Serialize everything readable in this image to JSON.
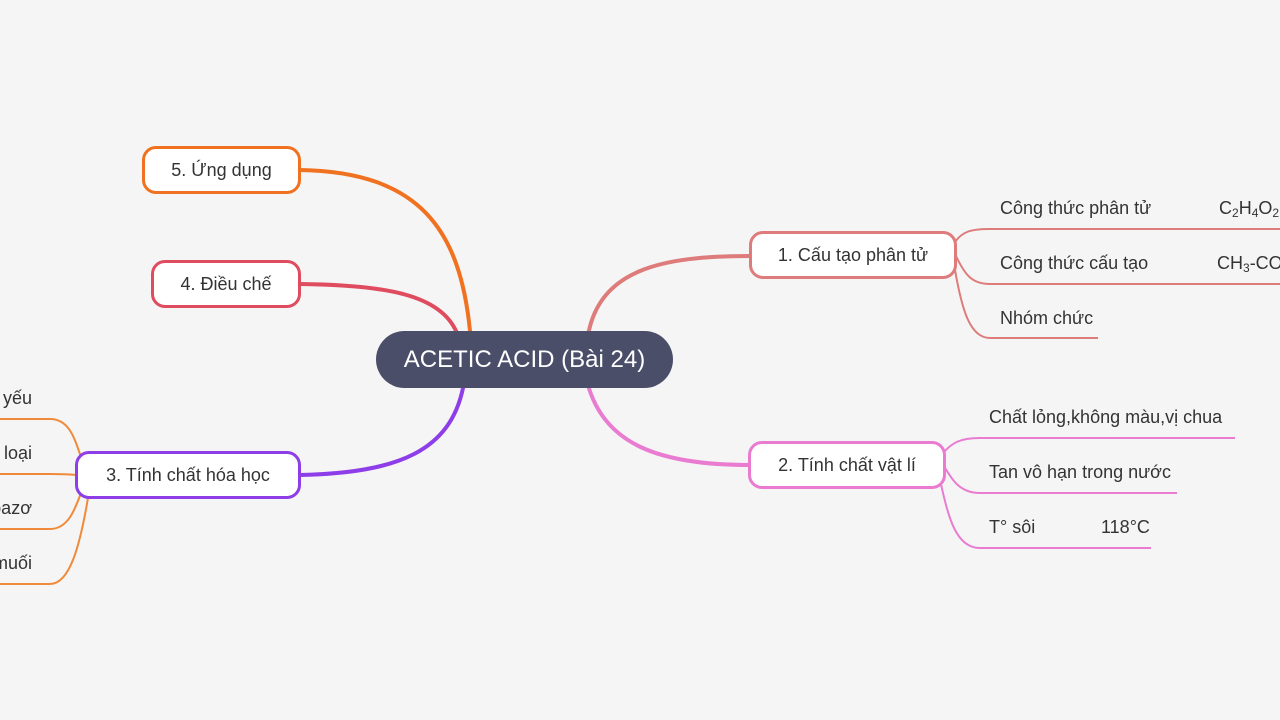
{
  "root": {
    "label": "ACETIC ACID (Bài 24)"
  },
  "colors": {
    "branch1": "#de7b7b",
    "branch2": "#e97bd1",
    "branch3": "#8e3ee8",
    "branch4": "#e04c5f",
    "branch5": "#f07221",
    "branch3_leaves": "#f08a3a",
    "root_bg": "#4a4e69",
    "background": "#f5f5f5"
  },
  "branches": {
    "b1": {
      "label": "1. Cấu tạo phân tử",
      "leaves": [
        {
          "label": "Công thức phân tử",
          "value_parts": [
            "C",
            "2",
            "H",
            "4",
            "O",
            "2"
          ]
        },
        {
          "label": "Công thức cấu tạo",
          "value_parts": [
            "CH",
            "3",
            "-COOH"
          ]
        },
        {
          "label": "Nhóm chức"
        }
      ]
    },
    "b2": {
      "label": "2. Tính chất vật lí",
      "leaves": [
        {
          "label": "Chất lỏng,không màu,vị chua"
        },
        {
          "label": "Tan vô hạn trong nước"
        },
        {
          "label": "T° sôi",
          "value": "118°C"
        }
      ]
    },
    "b3": {
      "label": "3. Tính chất hóa học",
      "leaves": [
        {
          "label": "yếu"
        },
        {
          "label": "loại"
        },
        {
          "label": "bazơ"
        },
        {
          "label": "muối"
        }
      ]
    },
    "b4": {
      "label": "4. Điều chế"
    },
    "b5": {
      "label": "5. Ứng dụng"
    }
  }
}
